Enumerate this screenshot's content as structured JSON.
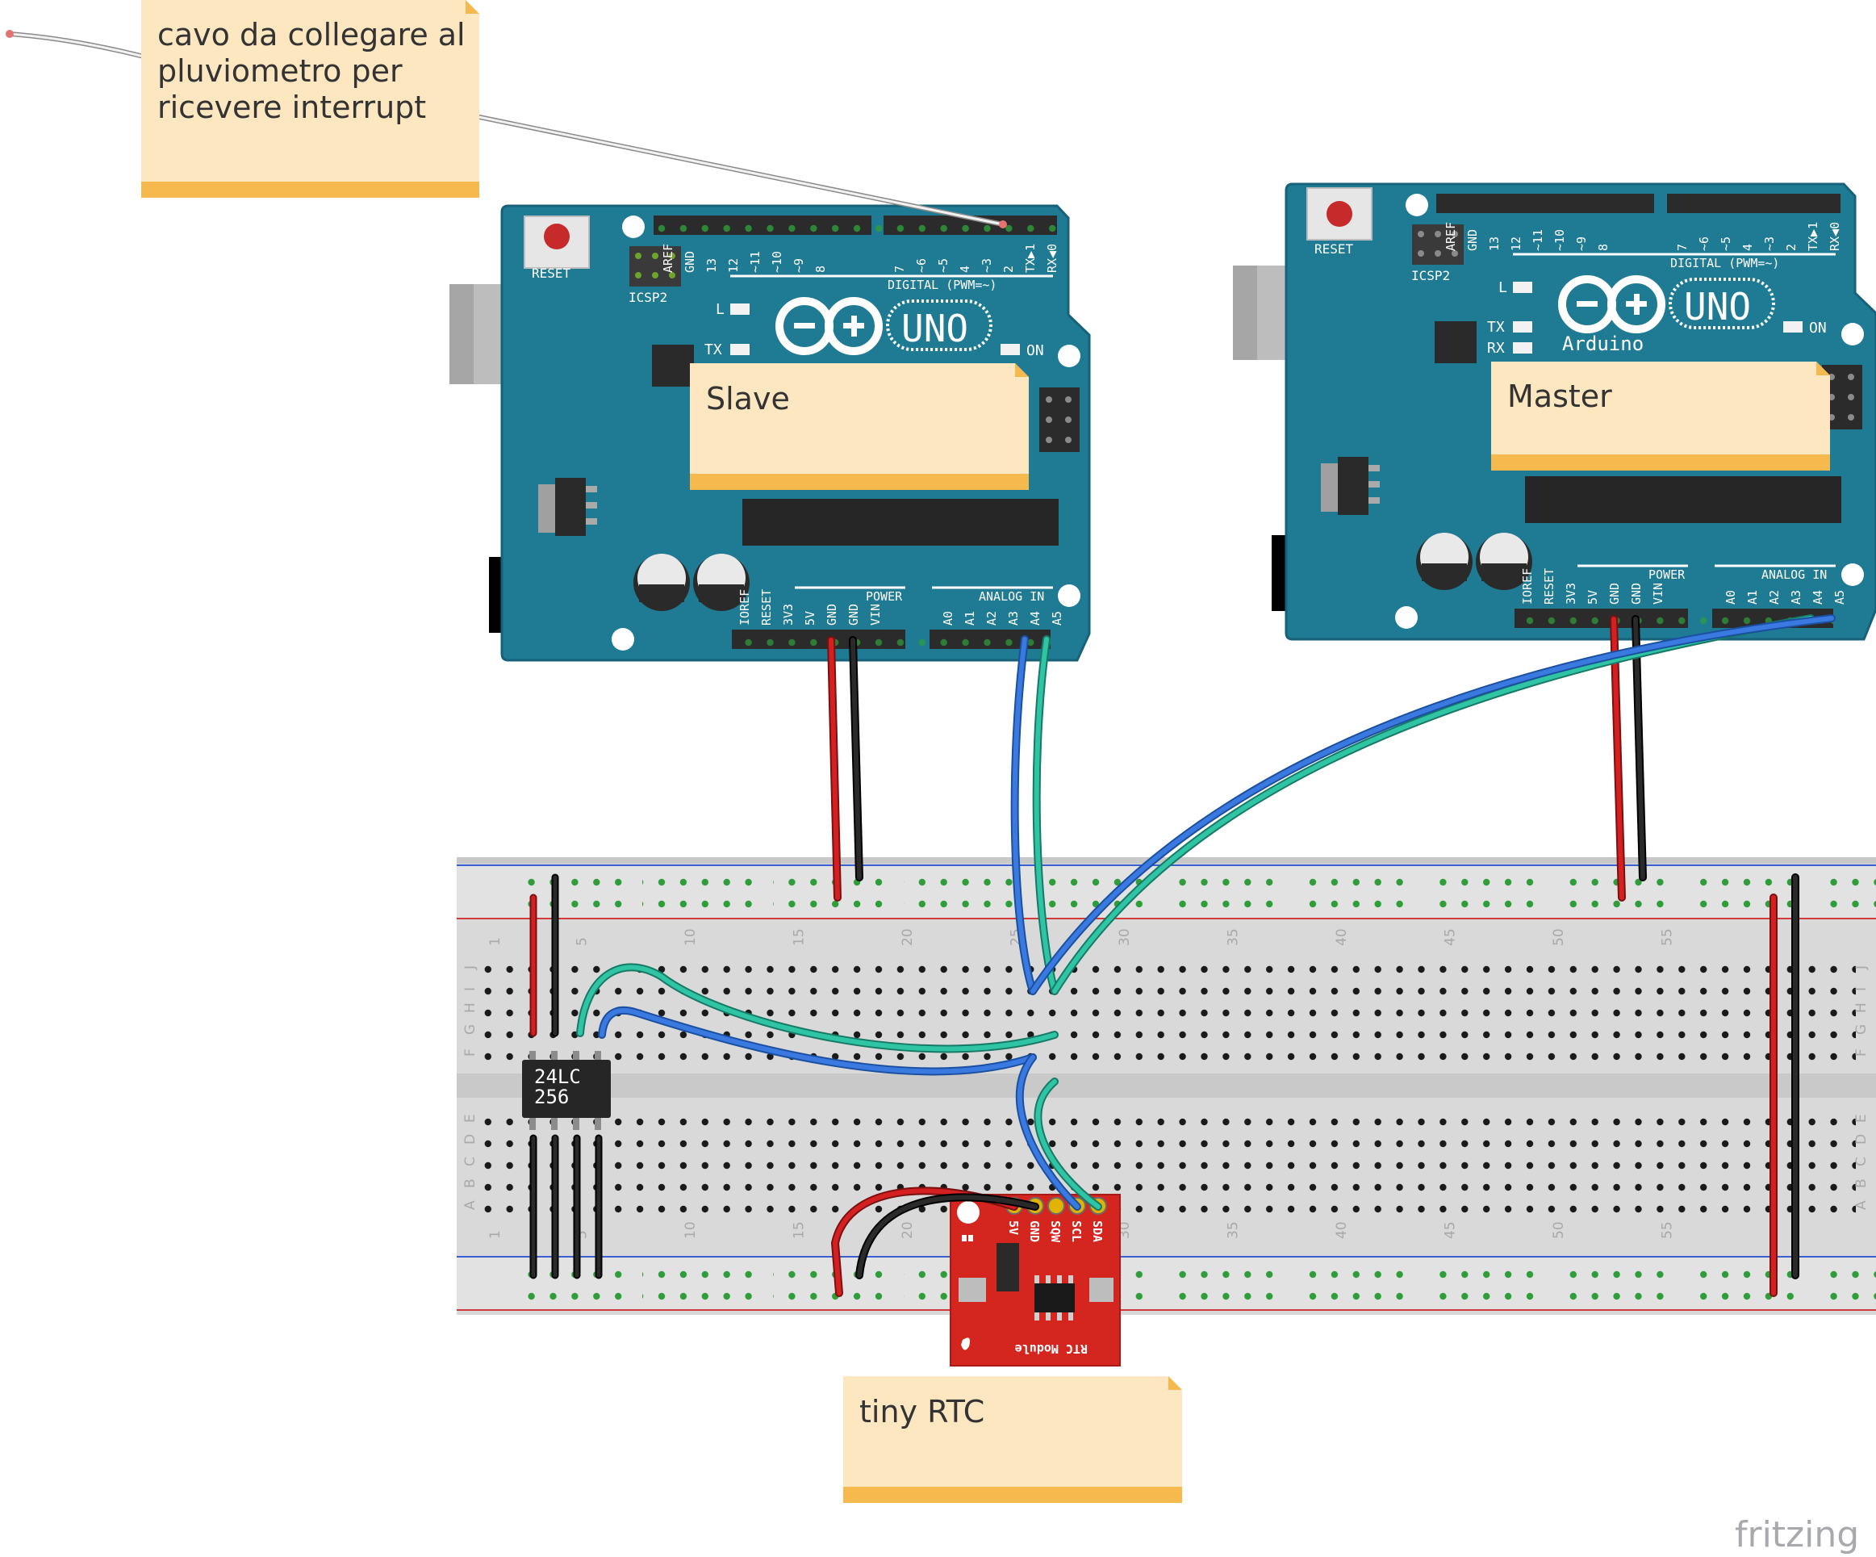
{
  "notes": {
    "cable": [
      "cavo da collegare al",
      "pluviometro per",
      "ricevere interrupt"
    ],
    "slave": "Slave",
    "master": "Master",
    "rtc": "tiny RTC"
  },
  "arduino": {
    "reset": "RESET",
    "icsp": "ICSP2",
    "uno": "UNO",
    "brand": "Arduino",
    "digital": "DIGITAL (PWM=~)",
    "power": "POWER",
    "analog": "ANALOG IN",
    "on": "ON",
    "led_l": "L",
    "led_tx": "TX",
    "led_rx": "RX",
    "digital_pins": [
      "AREF",
      "GND",
      "13",
      "12",
      "~11",
      "~10",
      "~9",
      "8",
      "7",
      "~6",
      "~5",
      "4",
      "~3",
      "2",
      "TX▶1",
      "RX◀0"
    ],
    "power_pins": [
      "IOREF",
      "RESET",
      "3V3",
      "5V",
      "GND",
      "GND",
      "VIN"
    ],
    "analog_pins": [
      "A0",
      "A1",
      "A2",
      "A3",
      "A4",
      "A5"
    ]
  },
  "breadboard": {
    "column_numbers": [
      "1",
      "5",
      "10",
      "15",
      "20",
      "25",
      "30",
      "35",
      "40",
      "45",
      "50",
      "55"
    ],
    "row_letters_top": [
      "J",
      "I",
      "H",
      "G",
      "F"
    ],
    "row_letters_bottom": [
      "E",
      "D",
      "C",
      "B",
      "A"
    ]
  },
  "eeprom": {
    "line1": "24LC",
    "line2": "256"
  },
  "rtc_module": {
    "pins": [
      "5V",
      "GND",
      "SQW",
      "SCL",
      "SDA"
    ],
    "label": "RTC Module"
  },
  "footer": {
    "brand": "fritzing"
  },
  "colors": {
    "pcb": "#1f7a94",
    "note": "#fde7c0",
    "note_bar": "#f5b94e",
    "wire_red": "#cc1f1f",
    "wire_black": "#222222",
    "wire_blue": "#2f6fd0",
    "wire_green": "#29b29a",
    "rtc_board": "#d4261f"
  }
}
